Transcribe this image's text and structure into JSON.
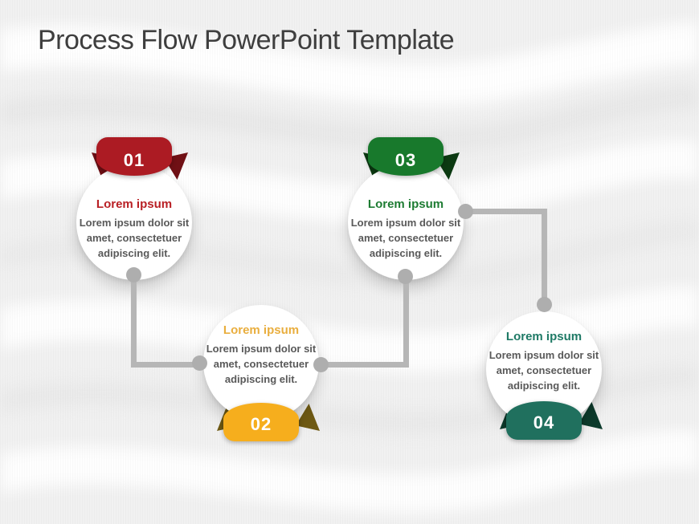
{
  "slide_title": "Process Flow PowerPoint Template",
  "colors": {
    "background": "#f1f1f1",
    "slide_title_text": "#3e3e3e",
    "body_text": "#595959",
    "number_text": "#ffffff",
    "connector": "#b6b6b6",
    "connector_dot": "#aeaeae"
  },
  "steps": [
    {
      "number": "01",
      "badge_position": "top",
      "badge_color": "#AC1B23",
      "fold_color": "#701015",
      "title": "Lorem ipsum",
      "title_color": "#B92025",
      "body_lines": [
        "Lorem ipsum dolor sit",
        "amet, consectetuer",
        "adipiscing elit."
      ]
    },
    {
      "number": "02",
      "badge_position": "bottom",
      "badge_color": "#F6AE1D",
      "fold_color": "#6E5913",
      "title": "Lorem ipsum",
      "title_color": "#E9AE3E",
      "body_lines": [
        "Lorem ipsum dolor sit",
        "amet, consectetuer",
        "adipiscing elit."
      ]
    },
    {
      "number": "03",
      "badge_position": "top",
      "badge_color": "#18792C",
      "fold_color": "#0C3A12",
      "title": "Lorem ipsum",
      "title_color": "#1E7C33",
      "body_lines": [
        "Lorem ipsum dolor sit",
        "amet, consectetuer",
        "adipiscing elit."
      ]
    },
    {
      "number": "04",
      "badge_position": "bottom",
      "badge_color": "#20705E",
      "fold_color": "#0D3B2C",
      "title": "Lorem ipsum",
      "title_color": "#1F7A66",
      "body_lines": [
        "Lorem ipsum dolor sit",
        "amet, consectetuer",
        "adipiscing elit."
      ]
    }
  ]
}
